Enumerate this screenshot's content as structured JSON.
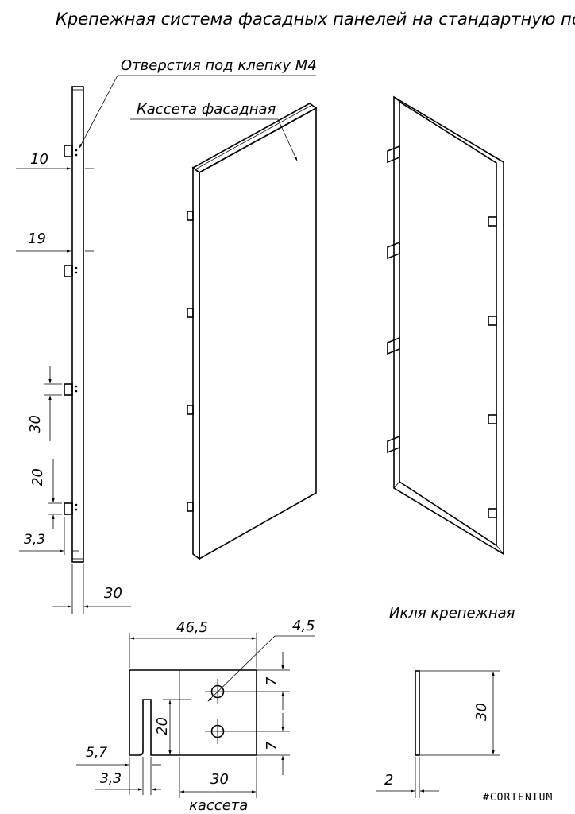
{
  "title": "Крепежная система  фасадных панелей на стандартную подсистему",
  "labels": {
    "holes": "Отверстия под клепку М4",
    "cassette": "Кассета фасадная",
    "bracket": "Икля крепежная",
    "cassette_bottom": "кассета",
    "watermark": "#CORTENIUM"
  },
  "side_view_dims": {
    "d10": "10",
    "d19": "19",
    "d30": "30",
    "d20": "20",
    "d3_3": "3,3",
    "d30_bottom": "30"
  },
  "detail_dims": {
    "d46_5": "46,5",
    "d4_5": "4,5",
    "d7a": "7",
    "d7b": "7",
    "d20": "20",
    "d5_7": "5,7",
    "d3_3": "3,3",
    "d30": "30"
  },
  "bracket_dims": {
    "d30": "30",
    "d2": "2"
  }
}
